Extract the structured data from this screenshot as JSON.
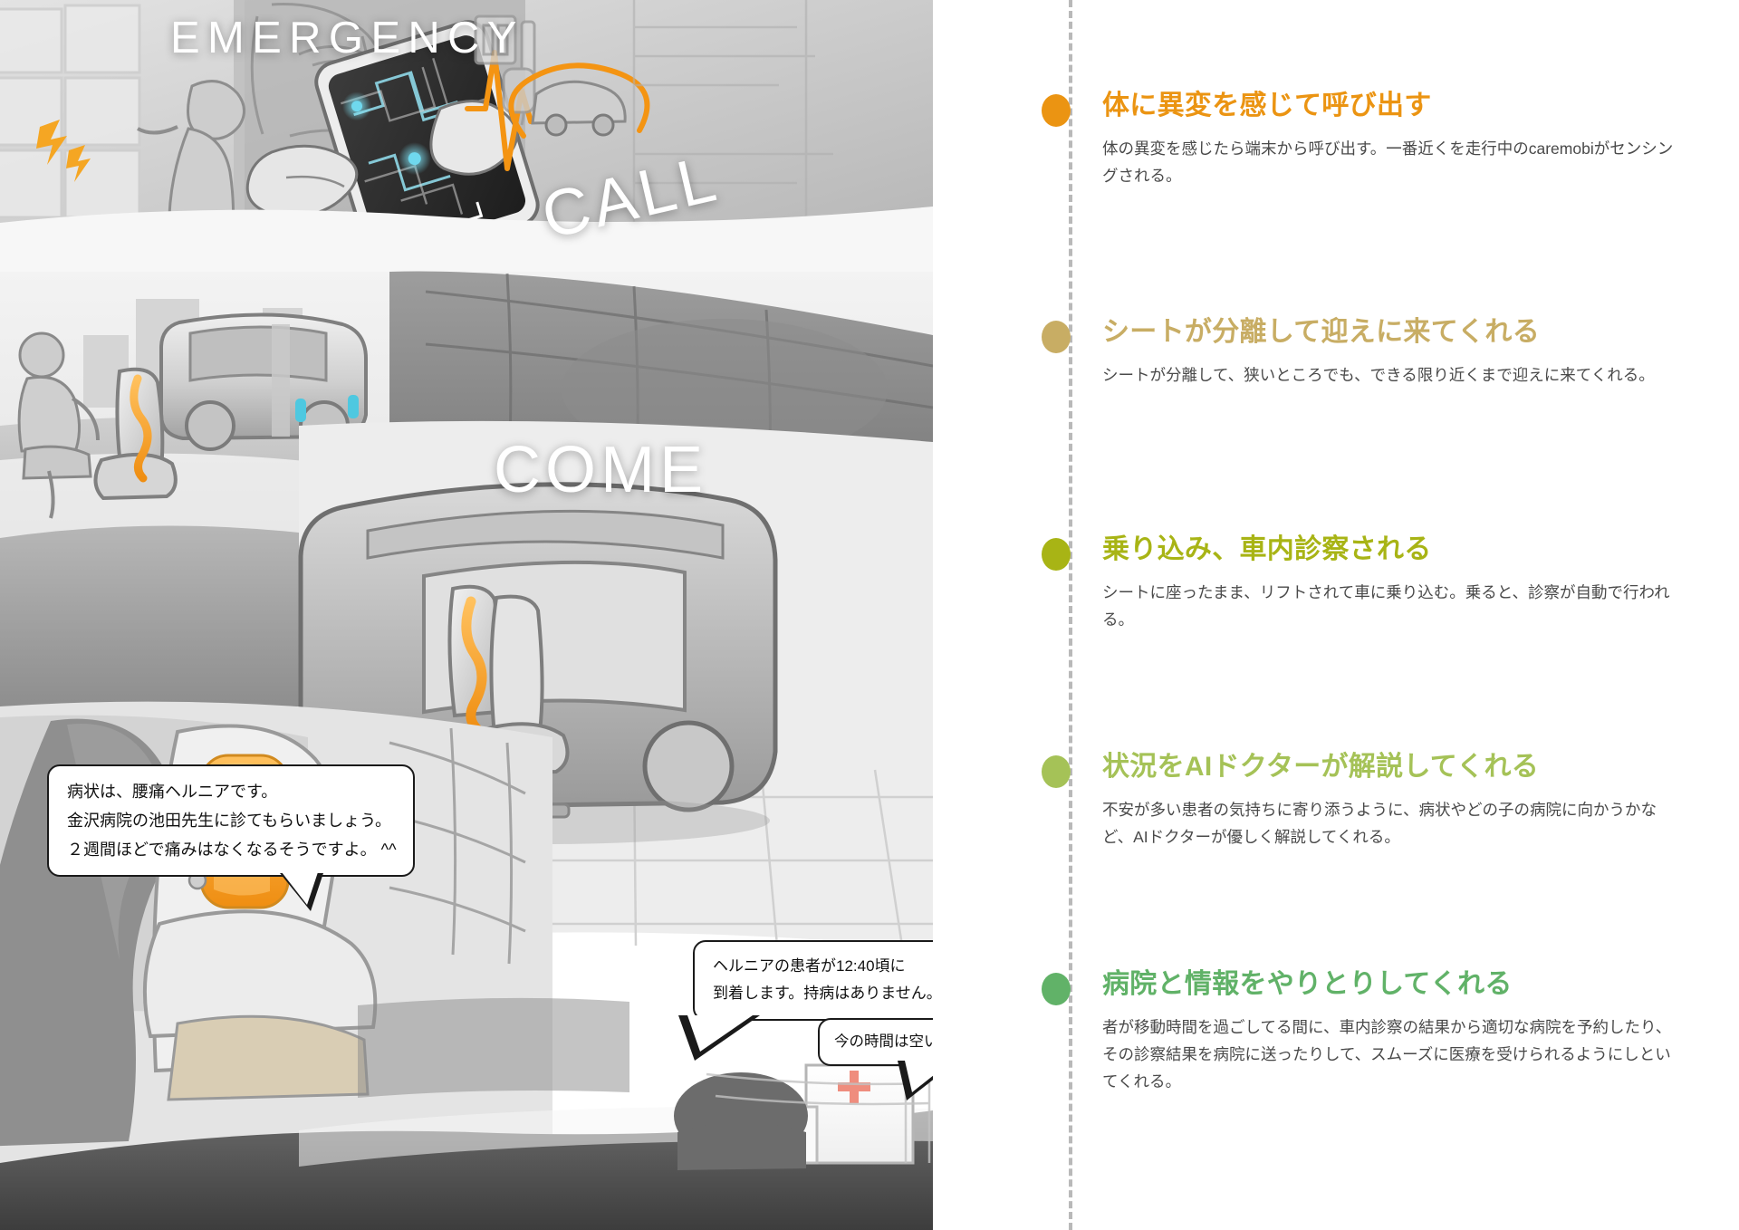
{
  "illustration": {
    "wordmarks": {
      "emergency": "EMERGENCY",
      "call": "CALL",
      "come": "COME"
    },
    "bubbles": {
      "diagnosis": {
        "name": "ai-doctor-diagnosis-bubble",
        "lines": [
          "病状は、腰痛ヘルニアです。",
          "金沢病院の池田先生に診てもらいましょう。",
          "２週間ほどで痛みはなくなるそうですよ。 ^^"
        ]
      },
      "hospital_notice": {
        "name": "hospital-notification-bubble",
        "lines": [
          "ヘルニアの患者が12:40頃に",
          "到着します。持病はありません。"
        ]
      },
      "availability": {
        "name": "hospital-availability-bubble",
        "lines": [
          "今の時間は空いています"
        ]
      }
    }
  },
  "timeline": {
    "steps": [
      {
        "index": "1",
        "color": "#eb9412",
        "title": "体に異変を感じて呼び出す",
        "body": "体の異変を感じたら端末から呼び出す。一番近くを走行中のcaremobiがセンシングされる。"
      },
      {
        "index": "2",
        "color": "#c8ad64",
        "title": "シートが分離して迎えに来てくれる",
        "body": "シートが分離して、狭いところでも、できる限り近くまで迎えに来てくれる。"
      },
      {
        "index": "3",
        "color": "#a8b415",
        "title": "乗り込み、車内診察される",
        "body": "シートに座ったまま、リフトされて車に乗り込む。乗ると、診察が自動で行われる。"
      },
      {
        "index": "4",
        "color": "#a5c257",
        "title": "状況をAIドクターが解説してくれる",
        "body": "不安が多い患者の気持ちに寄り添うように、病状やどの子の病院に向かうかなど、AIドクターが優しく解説してくれる。"
      },
      {
        "index": "5",
        "color": "#61b268",
        "title": "病院と情報をやりとりしてくれる",
        "body": "者が移動時間を過ごしてる間に、車内診察の結果から適切な病院を予約したり、その診察結果を病院に送ったりして、スムーズに医療を受けられるようにしといてくれる。"
      }
    ]
  }
}
